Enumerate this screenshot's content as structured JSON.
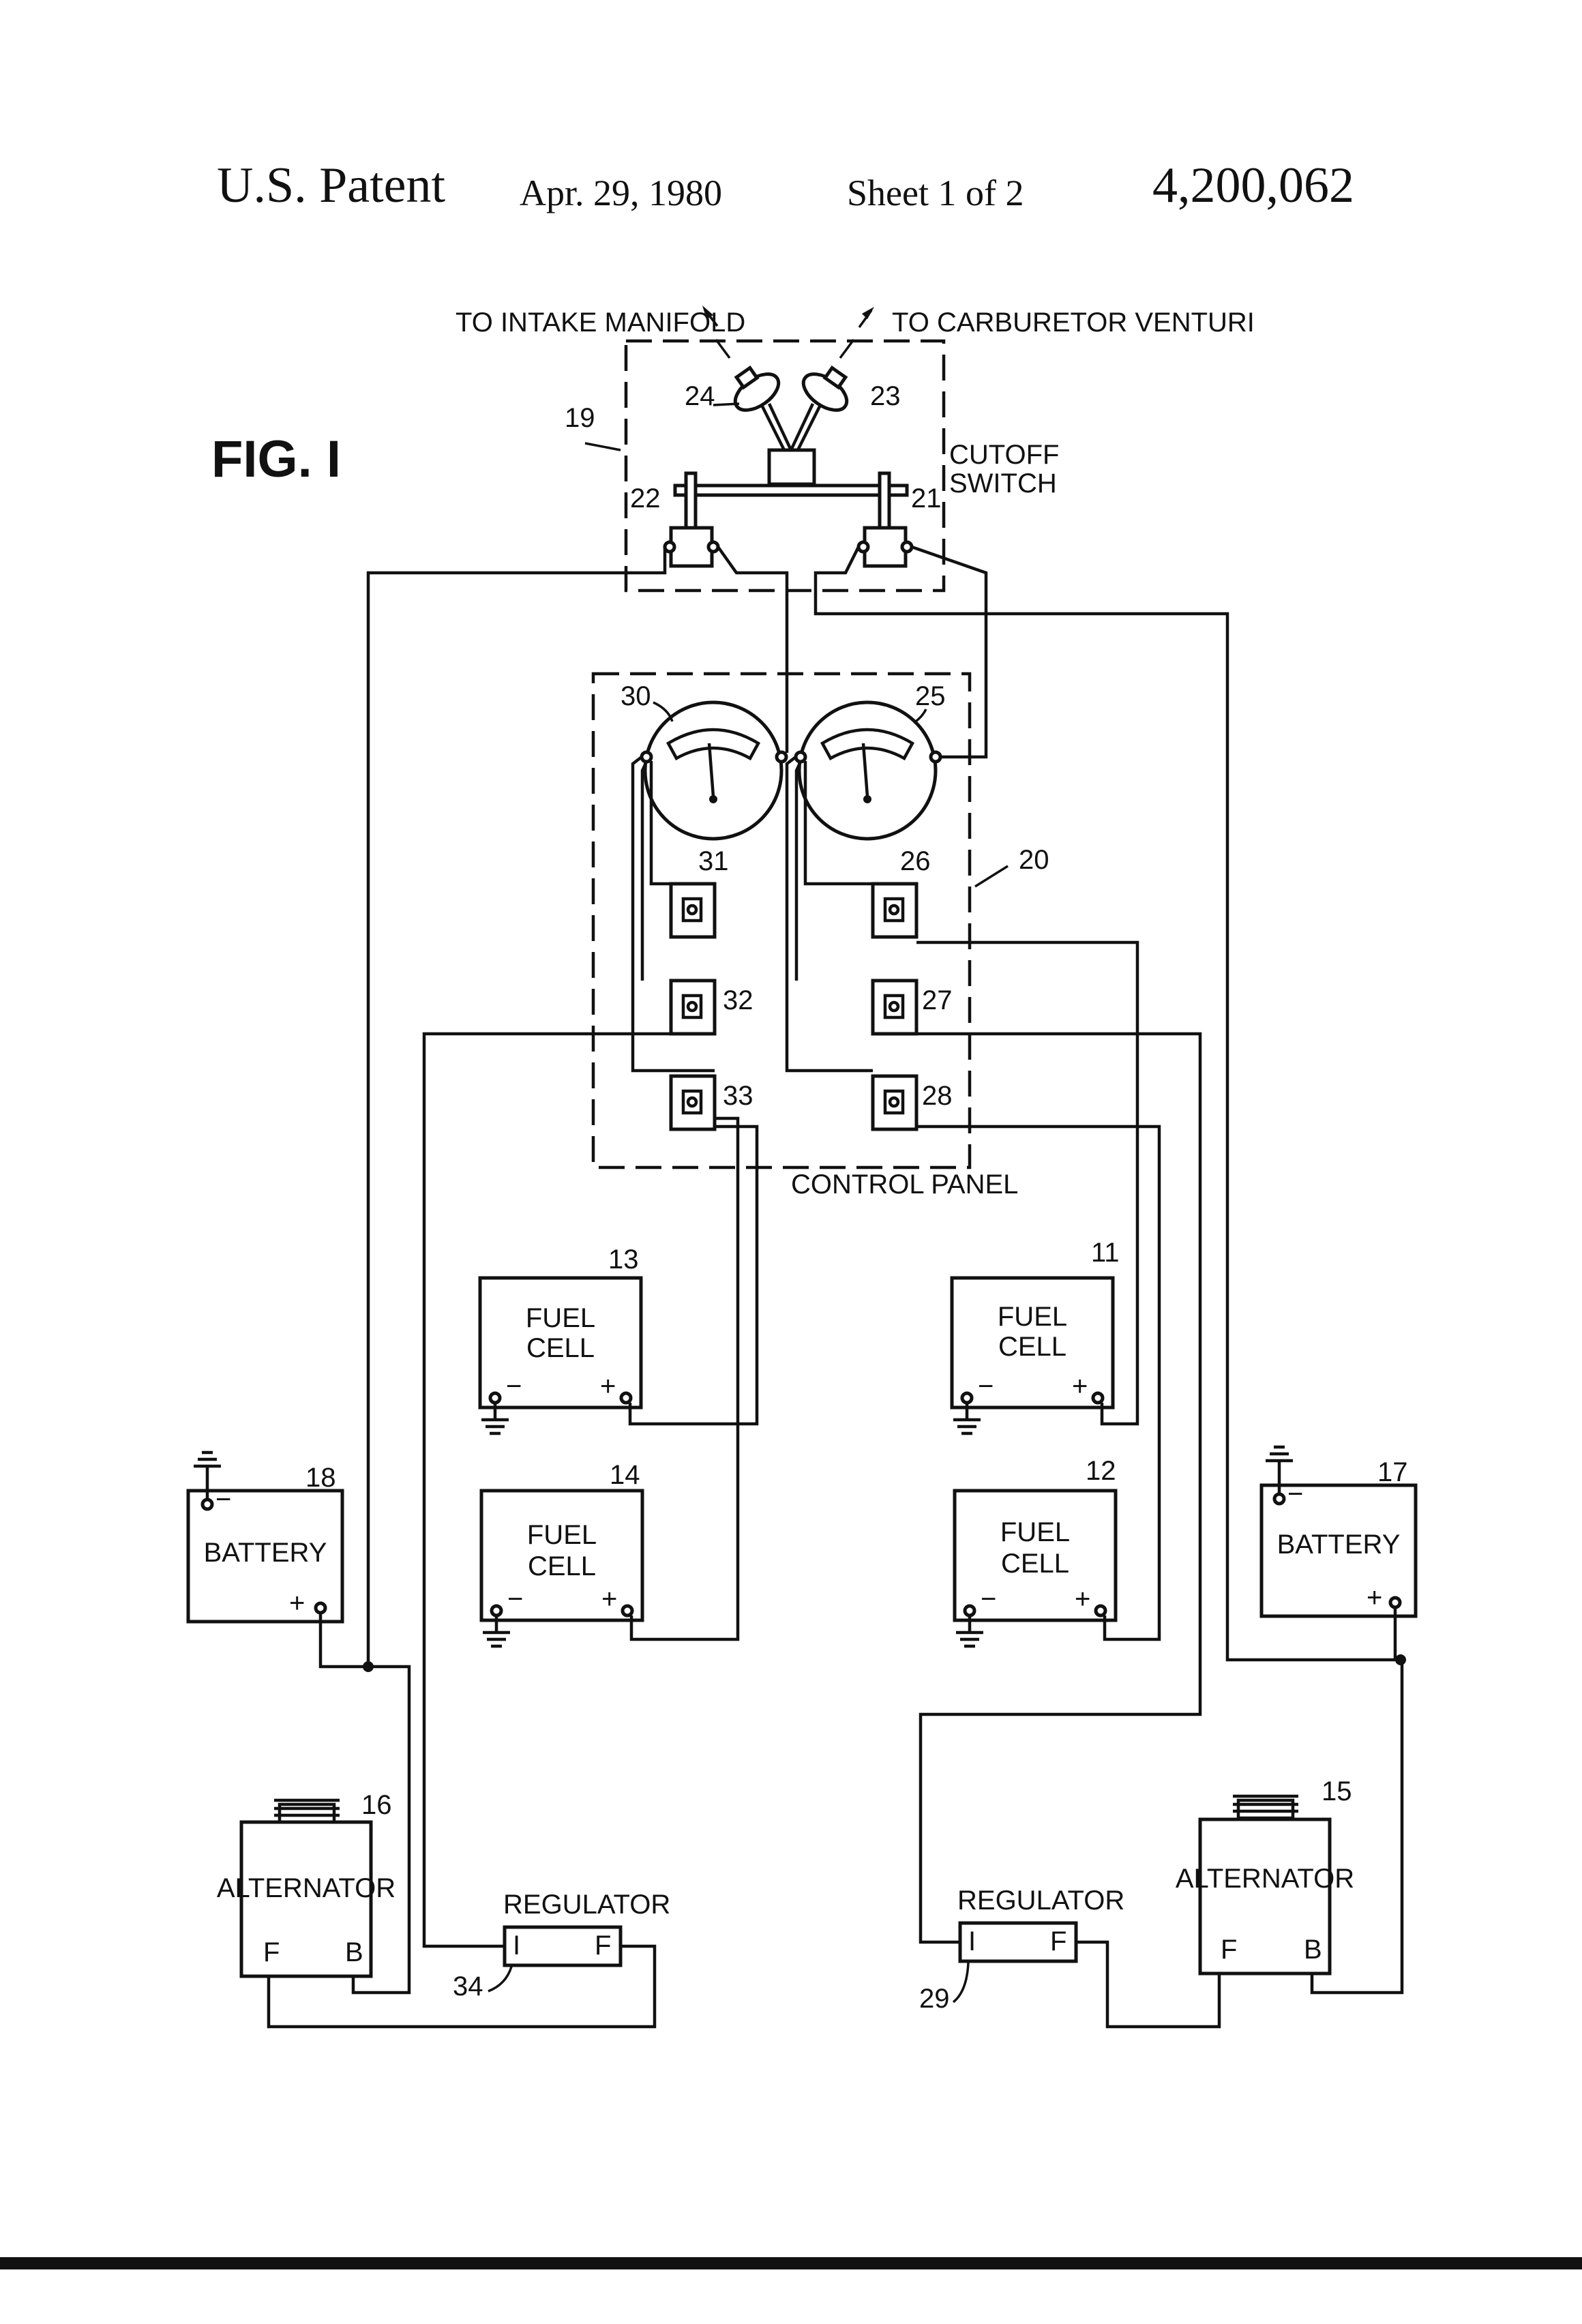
{
  "header": {
    "title": "U.S. Patent",
    "date": "Apr. 29, 1980",
    "sheet": "Sheet 1 of 2",
    "patent_number": "4,200,062"
  },
  "figure_label": "FIG. I",
  "labels": {
    "intake": "TO INTAKE MANIFOLD",
    "venturi": "TO CARBURETOR VENTURI",
    "cutoff_1": "CUTOFF",
    "cutoff_2": "SWITCH",
    "control_panel": "CONTROL PANEL",
    "fuel": "FUEL",
    "cell": "CELL",
    "battery": "BATTERY",
    "alternator": "ALTERNATOR",
    "regulator": "REGULATOR",
    "reg_i": "I",
    "reg_f": "F",
    "alt_f": "F",
    "alt_b": "B",
    "minus": "−",
    "plus": "+"
  },
  "refs": {
    "r11": "11",
    "r12": "12",
    "r13": "13",
    "r14": "14",
    "r15": "15",
    "r16": "16",
    "r17": "17",
    "r18": "18",
    "r19": "19",
    "r20": "20",
    "r21": "21",
    "r22": "22",
    "r23": "23",
    "r24": "24",
    "r25": "25",
    "r26": "26",
    "r27": "27",
    "r28": "28",
    "r29": "29",
    "r30": "30",
    "r31": "31",
    "r32": "32",
    "r33": "33",
    "r34": "34"
  }
}
